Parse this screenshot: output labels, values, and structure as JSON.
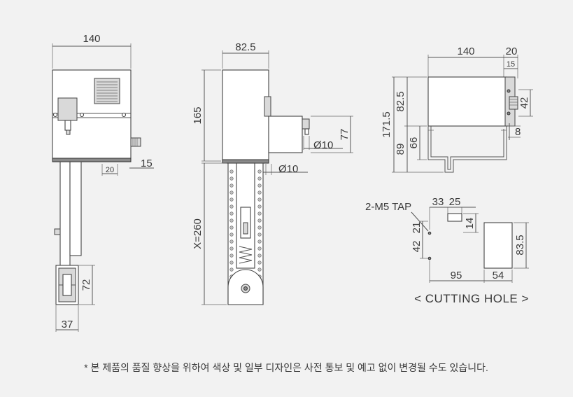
{
  "front_view": {
    "width": "140",
    "bracket_offset": "20",
    "bracket_thickness": "15",
    "wheel_height": "72",
    "wheel_width": "37"
  },
  "side_view": {
    "width": "82.5",
    "height": "165",
    "shaft_height": "77",
    "shaft_diameter_1": "Ø10",
    "shaft_diameter_2": "Ø10",
    "stroke": "X=260"
  },
  "top_view": {
    "width": "140",
    "flange": "20",
    "flange_inner": "15",
    "total_height": "171.5",
    "upper_height": "82.5",
    "lower_height": "89",
    "lower_inner": "66",
    "port_height": "42",
    "gap": "8"
  },
  "cutting_hole": {
    "tap_label": "2-M5 TAP",
    "offset_1": "33",
    "offset_2": "25",
    "slot_height": "14",
    "tap_top": "21",
    "tap_spacing": "42",
    "hole_height": "83.5",
    "hole_offset": "95",
    "hole_width": "54",
    "caption": "< CUTTING HOLE >"
  },
  "footnote": "* 본 제품의 품질 향상을 위하여 색상 및 일부 디자인은 사전 통보 및 예고 없이 변경될 수도 있습니다."
}
